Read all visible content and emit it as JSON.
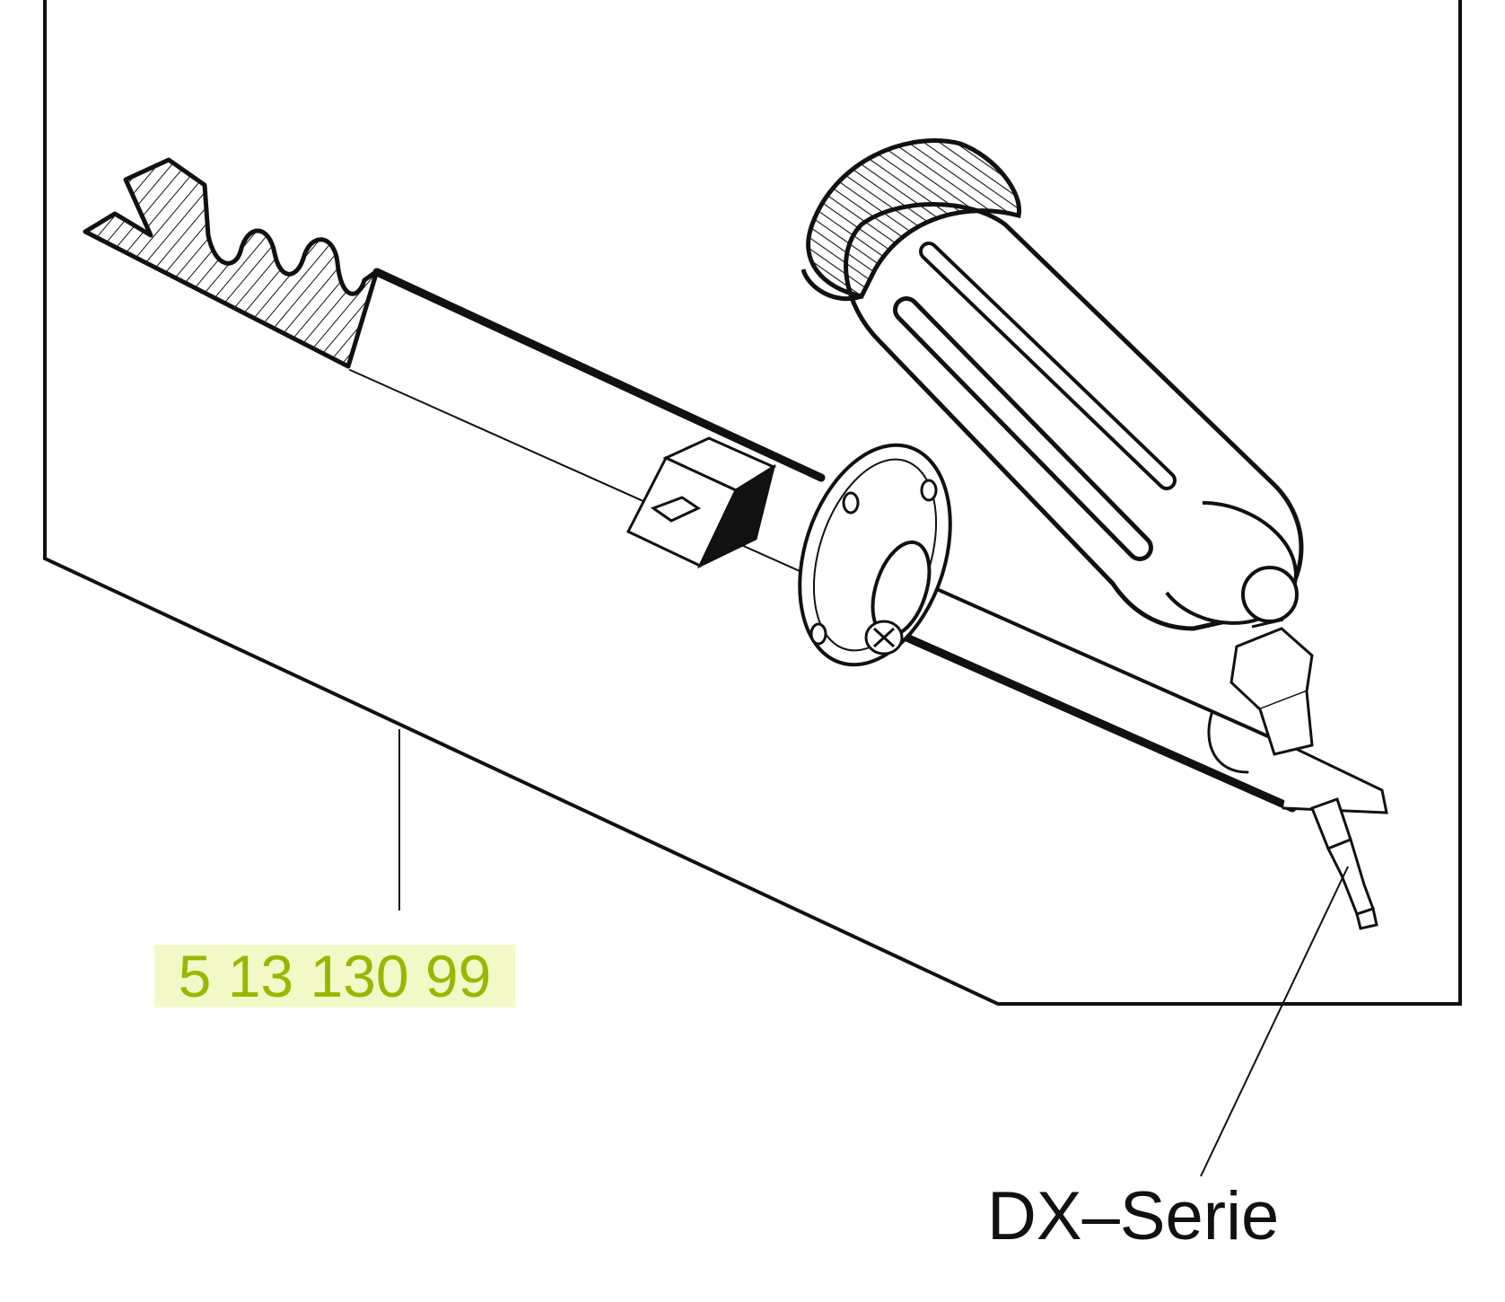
{
  "labels": {
    "part_number": "5 13 130 99",
    "model_series": "DX–Serie"
  },
  "colors": {
    "line": "#111111",
    "highlight_bg": "#f2f9c6",
    "highlight_text": "#98b700"
  },
  "icons": {
    "drawing": "oil-pump-assembly-drawing"
  }
}
